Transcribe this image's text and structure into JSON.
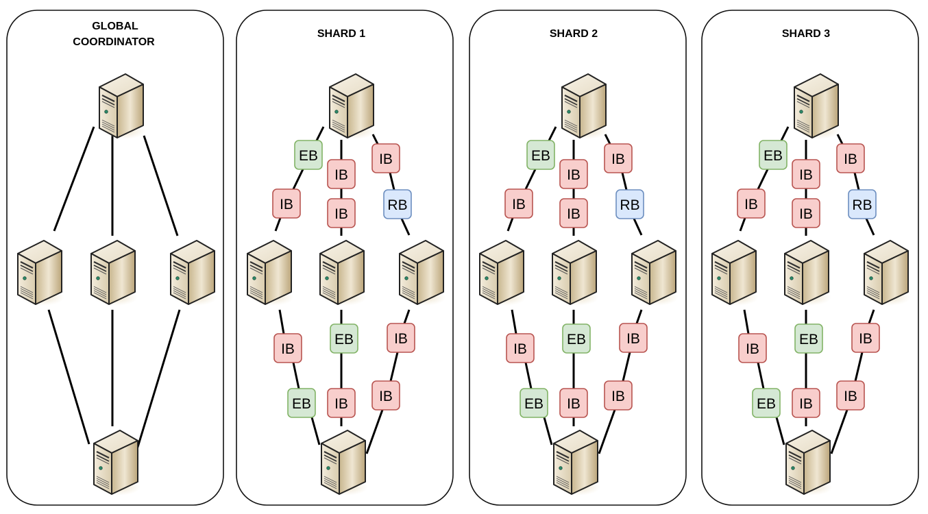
{
  "colors": {
    "IB": {
      "fill": "#f8cecc",
      "stroke": "#b85450"
    },
    "EB": {
      "fill": "#d5e8d4",
      "stroke": "#82b366"
    },
    "RB": {
      "fill": "#dae8fc",
      "stroke": "#6c8ebf"
    }
  },
  "global_coordinator": {
    "title_lines": [
      "GLOBAL",
      "COORDINATOR"
    ],
    "servers": [
      "top",
      "mid-left",
      "mid-center",
      "mid-right",
      "bottom"
    ]
  },
  "shards": [
    {
      "title": "SHARD 1",
      "upper_paths": [
        [
          "EB",
          "IB"
        ],
        [
          "IB",
          "IB"
        ],
        [
          "IB",
          "RB"
        ]
      ],
      "lower_paths": [
        [
          "IB",
          "EB"
        ],
        [
          "EB",
          "IB"
        ],
        [
          "IB",
          "IB"
        ]
      ]
    },
    {
      "title": "SHARD 2",
      "upper_paths": [
        [
          "EB",
          "IB"
        ],
        [
          "IB",
          "IB"
        ],
        [
          "IB",
          "RB"
        ]
      ],
      "lower_paths": [
        [
          "IB",
          "EB"
        ],
        [
          "EB",
          "IB"
        ],
        [
          "IB",
          "IB"
        ]
      ]
    },
    {
      "title": "SHARD 3",
      "upper_paths": [
        [
          "EB",
          "IB"
        ],
        [
          "IB",
          "IB"
        ],
        [
          "IB",
          "RB"
        ]
      ],
      "lower_paths": [
        [
          "IB",
          "EB"
        ],
        [
          "EB",
          "IB"
        ],
        [
          "IB",
          "IB"
        ]
      ]
    }
  ]
}
